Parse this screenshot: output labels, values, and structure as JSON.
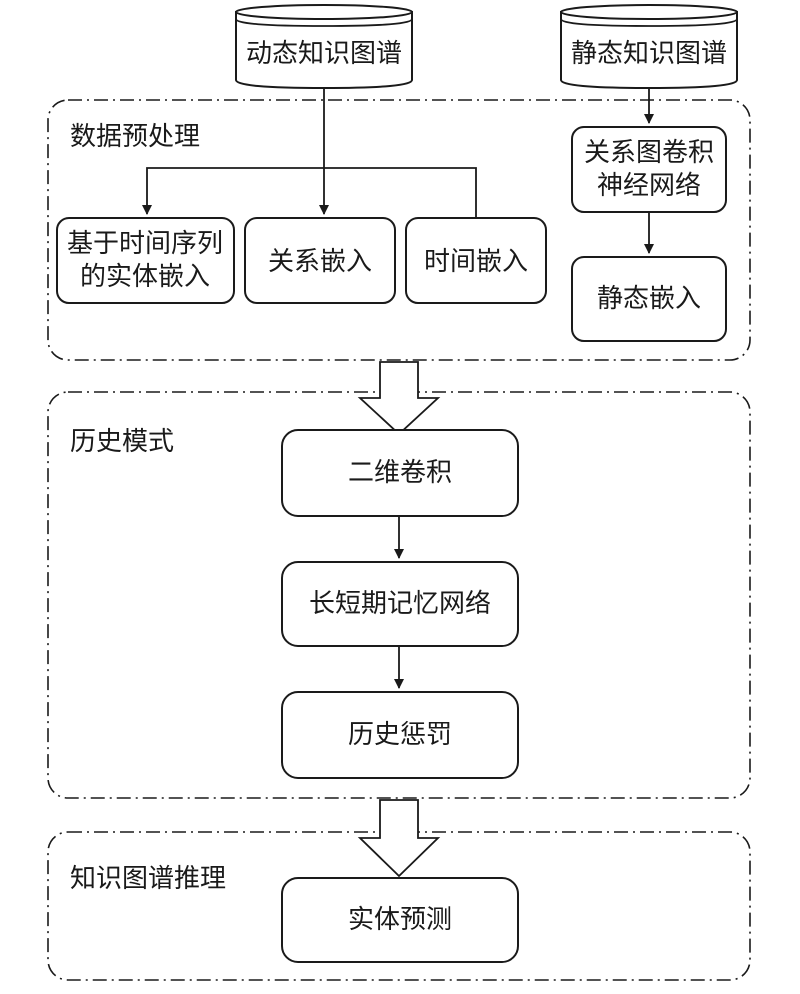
{
  "sources": {
    "dynamic_kg": "动态知识图谱",
    "static_kg": "静态知识图谱"
  },
  "preprocess": {
    "title": "数据预处理",
    "entity_embed_line1": "基于时间序列",
    "entity_embed_line2": "的实体嵌入",
    "relation_embed": "关系嵌入",
    "time_embed": "时间嵌入",
    "rgcn_line1": "关系图卷积",
    "rgcn_line2": "神经网络",
    "static_embed": "静态嵌入"
  },
  "history": {
    "title": "历史模式",
    "conv2d": "二维卷积",
    "lstm": "长短期记忆网络",
    "penalty": "历史惩罚"
  },
  "reasoning": {
    "title": "知识图谱推理",
    "entity_prediction": "实体预测"
  }
}
